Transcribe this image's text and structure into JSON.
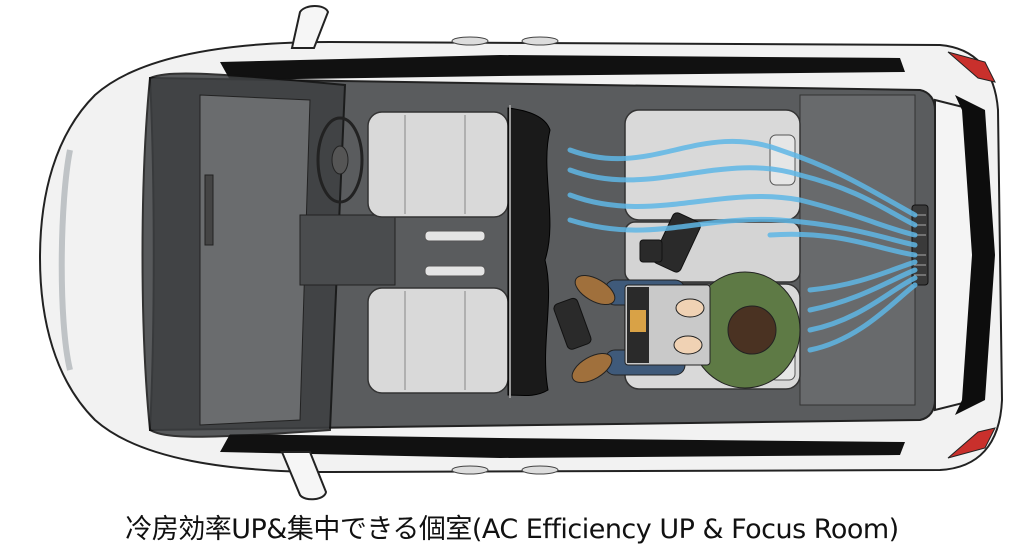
{
  "caption": {
    "text": "冷房効率UP&集中できる個室(AC Efficiency UP & Focus Room)"
  },
  "illustration": {
    "subject": "top-down cutaway view of minivan interior",
    "elements": [
      "car-body",
      "windshield",
      "dashboard",
      "steering-wheel",
      "front-seats",
      "privacy-curtain",
      "rear-bench-seat",
      "person-with-laptop",
      "camera",
      "rear-ac-vent",
      "cool-airflow-lines",
      "tail-lights",
      "side-mirrors"
    ],
    "colors": {
      "body": "#f2f2f2",
      "interior_floor": "#5a5c5e",
      "seat": "#d9d9d9",
      "curtain": "#1a1a1a",
      "airflow": "#5fb7e6",
      "tail_light": "#c9302c",
      "shirt": "#5e7a45",
      "jeans": "#3f5a7a",
      "shoes": "#a0703c"
    }
  }
}
